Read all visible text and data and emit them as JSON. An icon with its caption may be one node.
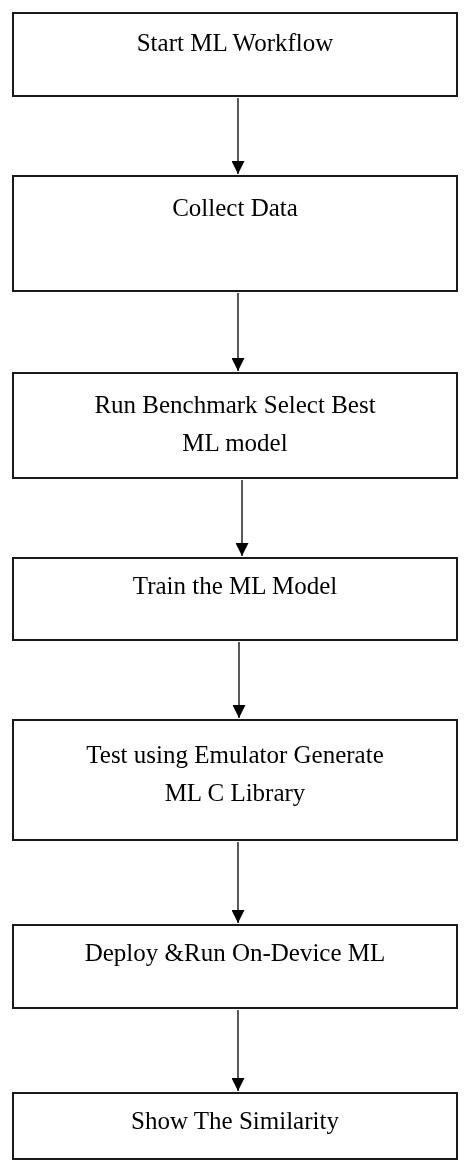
{
  "diagram": {
    "nodes": [
      {
        "text": [
          "Start ML Workflow"
        ]
      },
      {
        "text": [
          "Collect Data"
        ]
      },
      {
        "text": [
          "Run Benchmark Select Best ML model"
        ]
      },
      {
        "text": [
          "Train the ML Model"
        ]
      },
      {
        "text": [
          "Test using Emulator Generate ML C Library"
        ]
      },
      {
        "text": [
          "Deploy &Run On-Device ML"
        ]
      },
      {
        "text": [
          "Show The Similarity"
        ]
      }
    ],
    "edges": [
      {
        "from": 0,
        "to": 1,
        "arrow": "to"
      },
      {
        "from": 1,
        "to": 2,
        "arrow": "to"
      },
      {
        "from": 2,
        "to": 3,
        "arrow": "to"
      },
      {
        "from": 3,
        "to": 4,
        "arrow": "to"
      },
      {
        "from": 4,
        "to": 5,
        "arrow": "to"
      },
      {
        "from": 5,
        "to": 6,
        "arrow": "to"
      }
    ]
  }
}
